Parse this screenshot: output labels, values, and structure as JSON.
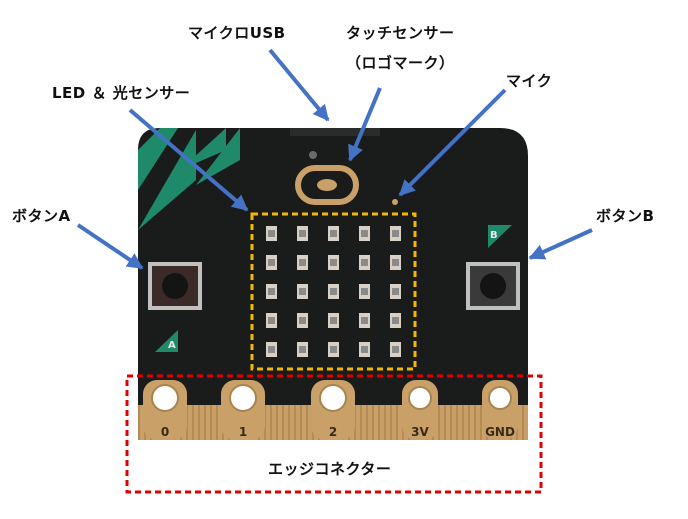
{
  "labels": {
    "usb": "マイクロUSB",
    "touch": "タッチセンサー",
    "touch_sub": "（ロゴマーク）",
    "led": "LED ＆ 光センサー",
    "mic": "マイク",
    "button_a": "ボタンA",
    "button_b": "ボタンB",
    "edge": "エッジコネクター"
  },
  "board": {
    "pins": [
      "0",
      "1",
      "2",
      "3V",
      "GND"
    ],
    "button_a_mark": "A",
    "button_b_mark": "B"
  },
  "colors": {
    "board": "#1a1c1b",
    "triangle": "#1f8a6a",
    "gold": "#c9a068",
    "arrow": "#4472c4",
    "led_frame": "#f5b800",
    "edge_frame": "#e00000"
  }
}
